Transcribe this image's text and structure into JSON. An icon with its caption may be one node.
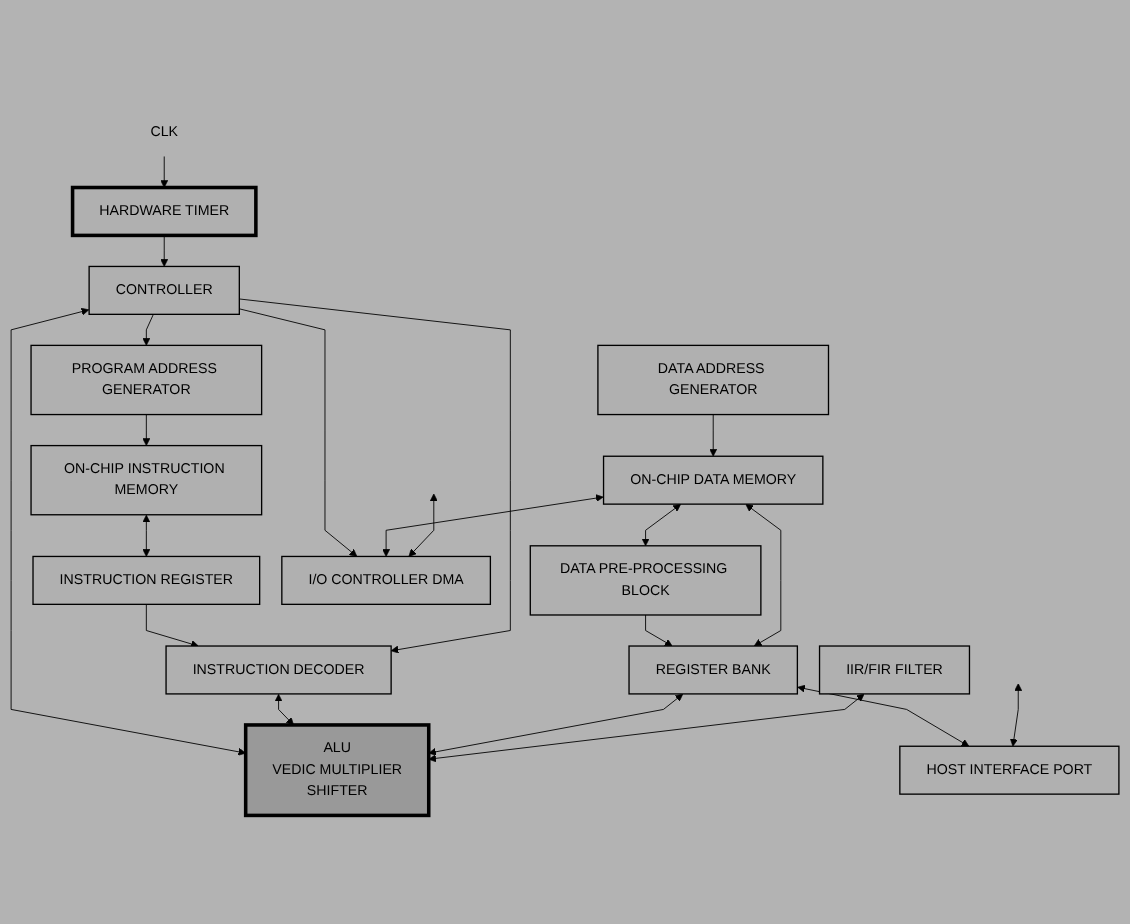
{
  "diagram": {
    "nodes": [
      {
        "text": [
          "ON-CHIP INSTRUCTION MEMORY"
        ]
      },
      {
        "text": [
          "PROGRAM ADDRESS GENERATOR"
        ]
      },
      {
        "text": [
          "DATA ADDRESS GENERATOR"
        ]
      },
      {
        "text": [
          "ON-CHIP DATA MEMORY"
        ]
      },
      {
        "text": [
          "INSTRUCTION REGISTER"
        ]
      },
      {
        "text": [
          "DATA PRE-PROCESSING BLOCK"
        ]
      },
      {
        "text": [
          "CONTROLLER"
        ]
      },
      {
        "text": [
          "INSTRUCTION DECODER"
        ]
      },
      {
        "text": [
          "REGISTER BANK"
        ]
      },
      {
        "text": [
          "HARDWARE TIMER"
        ]
      },
      {
        "text": [
          "I/O CONTROLLER DMA"
        ]
      },
      {
        "text": [
          "ALU",
          "VEDIC MULTIPLIER",
          "SHIFTER"
        ]
      },
      {
        "text": [
          "IIR/FIR FILTER"
        ]
      },
      {
        "text": [
          "HOST INTERFACE PORT"
        ]
      },
      {
        "text": [
          "CLK"
        ]
      }
    ],
    "edges": [
      {
        "from": 6,
        "to": 1,
        "arrow": "to"
      },
      {
        "from": 1,
        "to": 0,
        "arrow": "to"
      },
      {
        "from": 2,
        "to": 3,
        "arrow": "to"
      },
      {
        "from": 0,
        "to": 4,
        "arrow": "both"
      },
      {
        "from": 3,
        "to": 5,
        "arrow": "both"
      },
      {
        "from": 4,
        "to": 7,
        "arrow": "to"
      },
      {
        "from": 5,
        "to": 8,
        "arrow": "to"
      },
      {
        "from": 6,
        "to": 7,
        "arrow": "to"
      },
      {
        "from": 6,
        "to": 10,
        "arrow": "to"
      },
      {
        "from": 9,
        "to": 6,
        "arrow": "to"
      },
      {
        "from": 14,
        "to": 9,
        "arrow": "to"
      },
      {
        "from": 6,
        "to": 11,
        "arrow": "both"
      },
      {
        "from": 7,
        "to": 11,
        "arrow": "both"
      },
      {
        "from": 8,
        "to": 11,
        "arrow": "both"
      },
      {
        "from": 3,
        "to": 8,
        "arrow": "both"
      },
      {
        "from": 3,
        "to": 10,
        "arrow": "both"
      },
      {
        "from": 8,
        "to": 13,
        "arrow": "both"
      },
      {
        "from": 12,
        "to": 11,
        "arrow": "both"
      },
      {
        "from": 10,
        "to": null,
        "arrow": "both"
      },
      {
        "from": 13,
        "to": null,
        "arrow": "both"
      }
    ]
  }
}
